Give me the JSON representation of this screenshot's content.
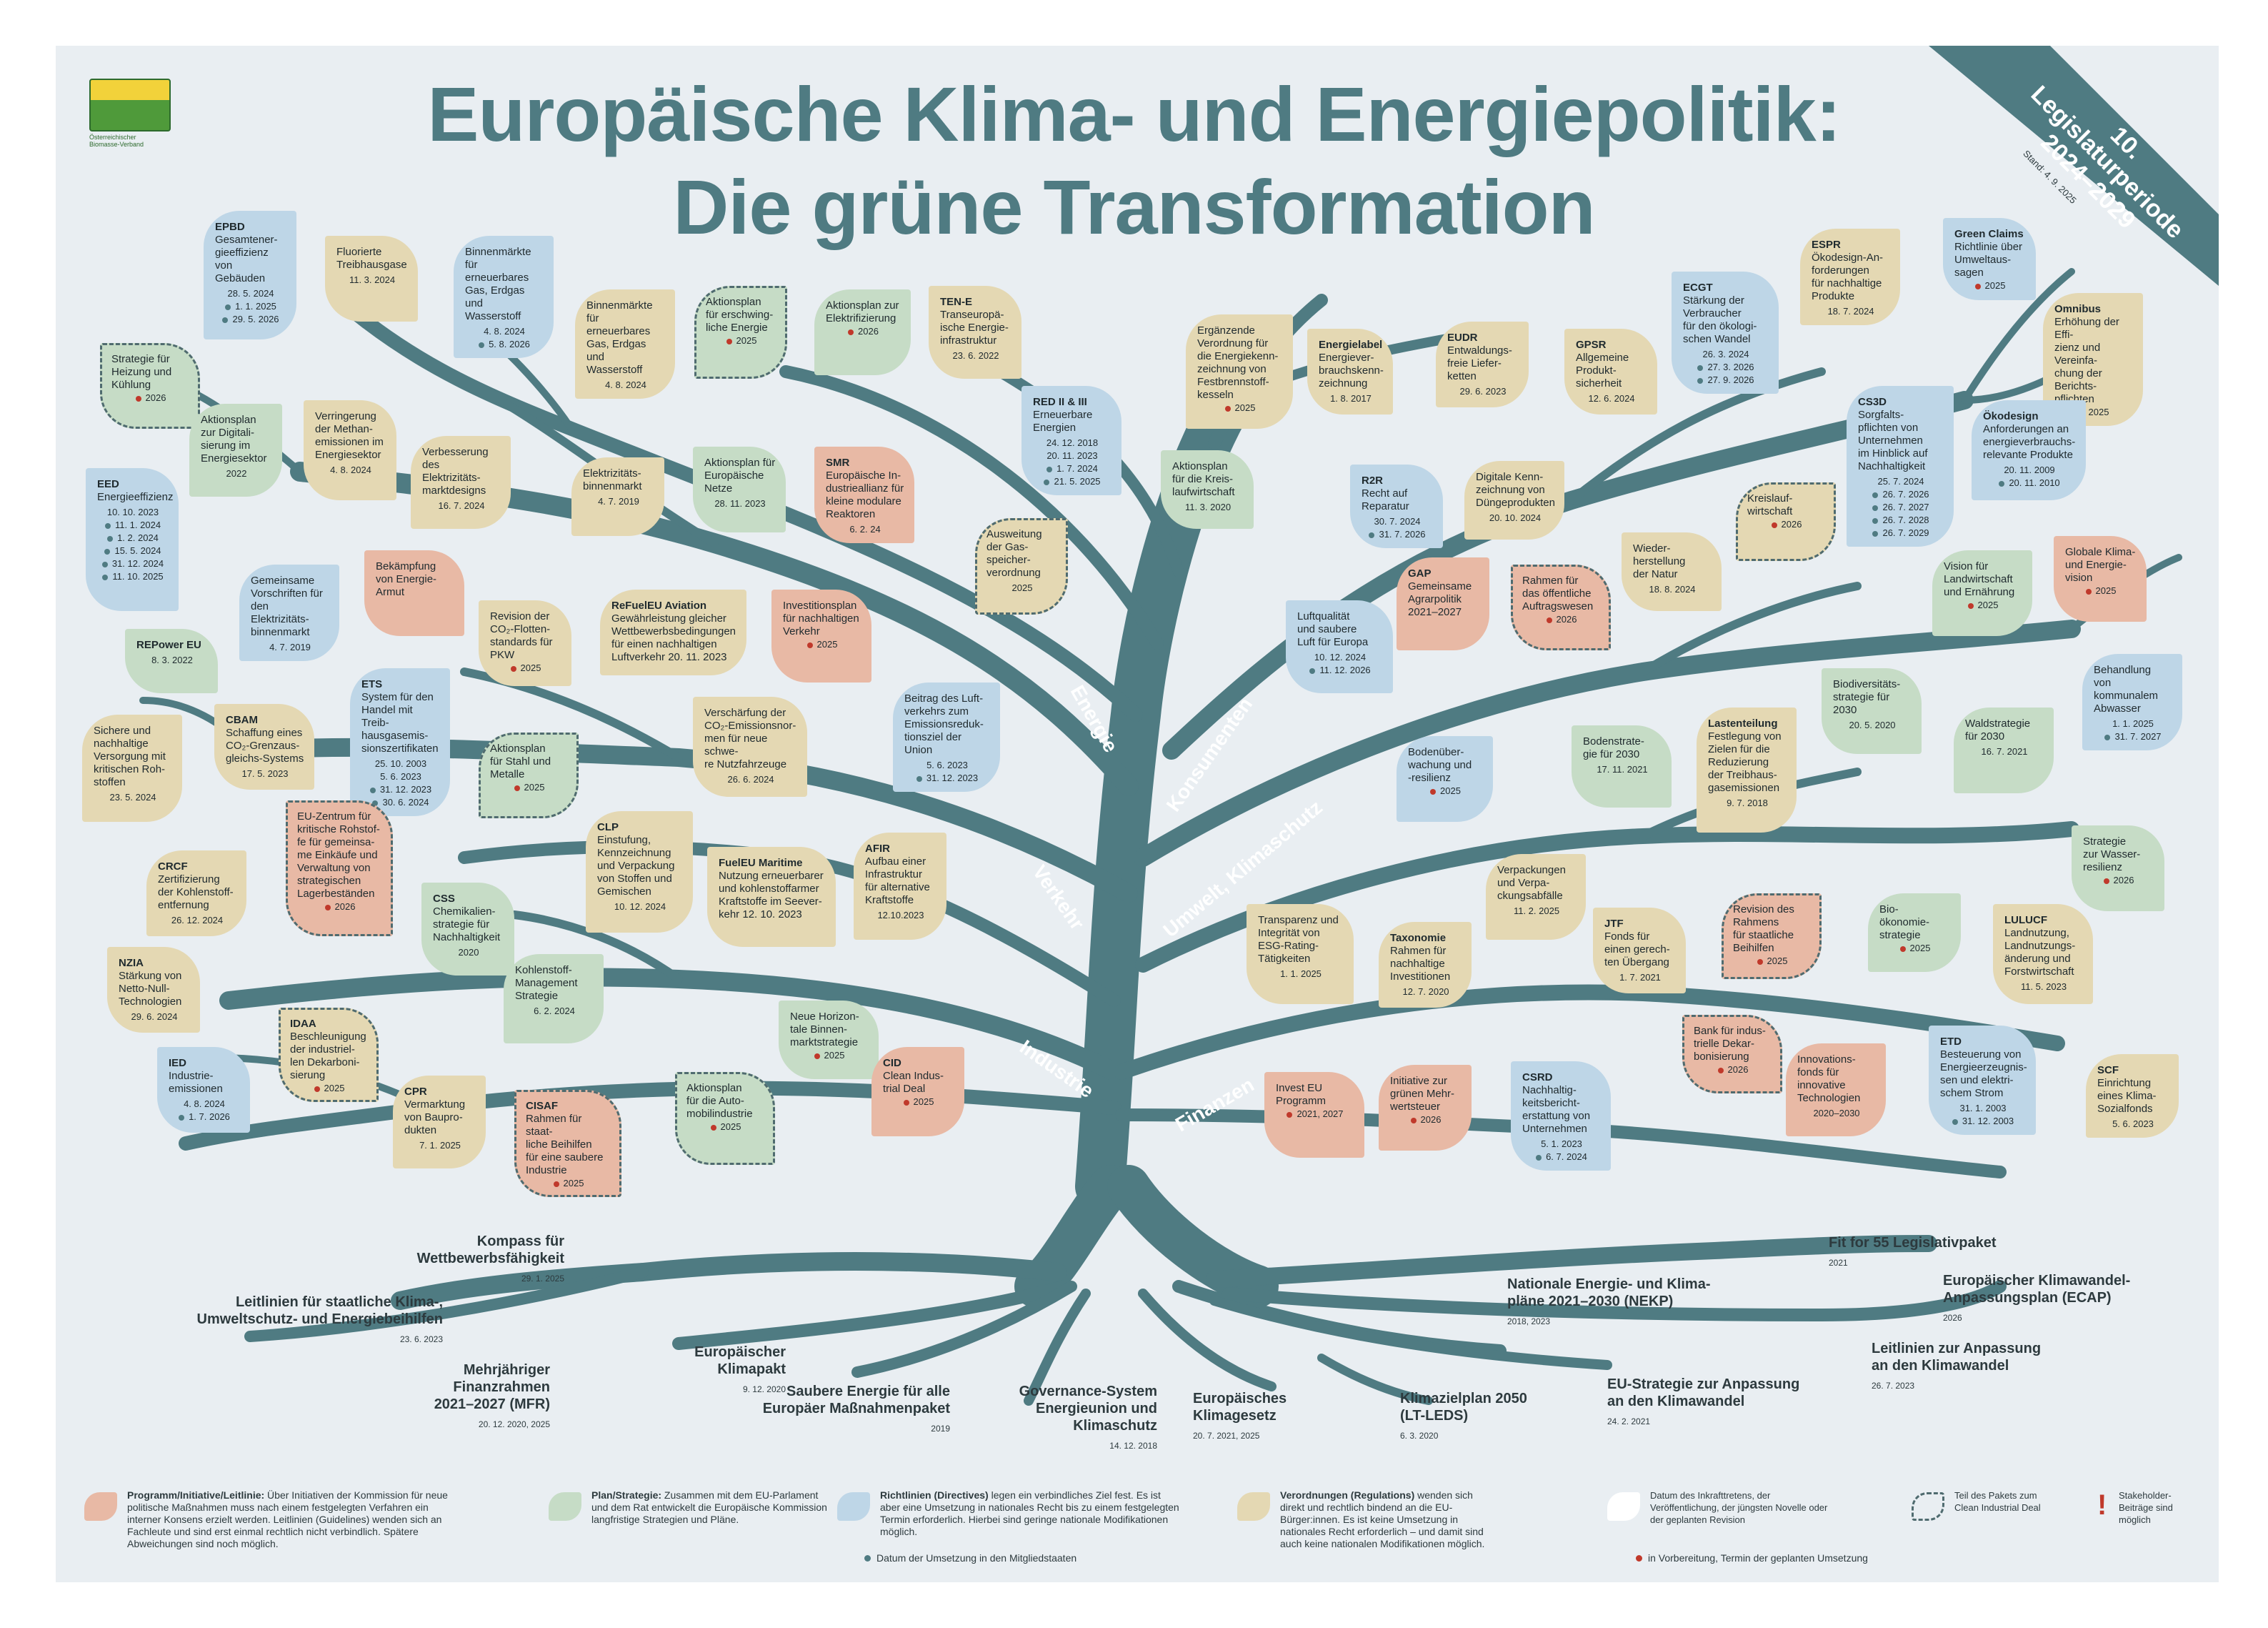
{
  "title_line1": "Europäische Klima- und Energiepolitik:",
  "title_line2": "Die grüne Transformation",
  "logo_text": "Österreichischer Biomasse-Verband",
  "ribbon": {
    "line1": "10. Legislaturperiode",
    "line2": "2024–2029",
    "stand": "Stand: 4. 9. 2025"
  },
  "colors": {
    "trunk": "#4f7b82",
    "blue": "#bed6e7",
    "sand": "#e4d8b3",
    "green": "#c6dcc6",
    "pink": "#e8b9a5",
    "title": "#4f7b82"
  },
  "branches": {
    "energie": "Energie",
    "verkehr": "Verkehr",
    "industrie": "Industrie",
    "konsumenten": "Konsumenten",
    "umwelt": "Umwelt, Klimaschutz",
    "finanzen": "Finanzen"
  },
  "leaves": [
    {
      "abbr": "EPBD",
      "text": "Gesamtener-\ngieeffizienz von\nGebäuden",
      "date": "28. 5. 2024",
      "dl": [
        "1. 1. 2025",
        "29. 5. 2026"
      ]
    },
    {
      "abbr": "",
      "text": "Fluorierte\nTreibhausgase",
      "date": "11. 3. 2024",
      "dl": []
    },
    {
      "abbr": "",
      "text": "Binnenmärkte\nfür erneuerbares\nGas, Erdgas und\nWasserstoff",
      "date": "4. 8. 2024",
      "dl": [
        "5. 8. 2026"
      ]
    },
    {
      "abbr": "",
      "text": "Strategie für\nHeizung und\nKühlung",
      "date": "",
      "dl": [],
      "dlr": [
        "2026"
      ]
    },
    {
      "abbr": "",
      "text": "Aktionsplan\nzur Digitali-\nsierung im\nEnergiesektor",
      "date": "2022",
      "dl": []
    },
    {
      "abbr": "",
      "text": "Verringerung\nder Methan-\nemissionen im\nEnergiesektor",
      "date": "4. 8. 2024",
      "dl": []
    },
    {
      "abbr": "",
      "text": "Binnenmärkte\nfür erneuerbares\nGas, Erdgas und\nWasserstoff",
      "date": "4. 8. 2024",
      "dl": []
    },
    {
      "abbr": "",
      "text": "Aktionsplan\nfür erschwing-\nliche Energie",
      "date": "",
      "dl": [],
      "dlr": [
        "2025"
      ]
    },
    {
      "abbr": "",
      "text": "Aktionsplan zur\nElektrifizierung",
      "date": "",
      "dl": [],
      "dlr": [
        "2026"
      ]
    },
    {
      "abbr": "TEN-E",
      "text": "Transeuropä-\nische Energie-\ninfrastruktur",
      "date": "23. 6. 2022",
      "dl": []
    },
    {
      "abbr": "RED II & III",
      "text": "Erneuerbare\nEnergien",
      "date": "24. 12. 2018\n20. 11. 2023",
      "dl": [
        "1. 7. 2024",
        "21. 5. 2025"
      ]
    },
    {
      "abbr": "EED",
      "text": "Energieeffizienz",
      "date": "10. 10. 2023",
      "dl": [
        "11. 1. 2024",
        "1. 2. 2024",
        "15. 5. 2024",
        "31. 12. 2024",
        "11. 10. 2025"
      ]
    },
    {
      "abbr": "",
      "text": "Verbesserung\ndes Elektrizitäts-\nmarktdesigns",
      "date": "16. 7. 2024",
      "dl": []
    },
    {
      "abbr": "",
      "text": "Elektrizitäts-\nbinnenmarkt",
      "date": "4. 7. 2019",
      "dl": []
    },
    {
      "abbr": "",
      "text": "Aktionsplan für\nEuropäische\nNetze",
      "date": "28. 11. 2023",
      "dl": []
    },
    {
      "abbr": "SMR",
      "text": "Europäische In-\ndustrieallianz für\nkleine modulare\nReaktoren",
      "date": "6. 2. 24",
      "dl": []
    },
    {
      "abbr": "",
      "text": "Ausweitung\nder Gas-\nspeicher-\nverordnung",
      "date": "2025",
      "dl": []
    },
    {
      "abbr": "",
      "text": "Gemeinsame\nVorschriften für\nden Elektrizitäts-\nbinnenmarkt",
      "date": "4. 7. 2019",
      "dl": []
    },
    {
      "abbr": "REPower EU",
      "text": "",
      "date": "8. 3. 2022",
      "dl": []
    },
    {
      "abbr": "",
      "text": "Bekämpfung\nvon Energie-\nArmut",
      "date": "",
      "dl": []
    },
    {
      "abbr": "",
      "text": "Revision der\nCO₂-Flotten-\nstandards für\nPKW",
      "date": "",
      "dl": [],
      "dlr": [
        "2025"
      ]
    },
    {
      "abbr": "ReFuelEU Aviation",
      "text": "Gewährleistung gleicher\nWettbewerbsbedingungen\nfür einen nachhaltigen\nLuftverkehr 20. 11. 2023",
      "date": "",
      "dl": []
    },
    {
      "abbr": "",
      "text": "Investitionsplan\nfür nachhaltigen\nVerkehr",
      "date": "",
      "dl": [],
      "dlr": [
        "2025"
      ]
    },
    {
      "abbr": "",
      "text": "Beitrag des Luft-\nverkehrs zum\nEmissionsreduk-\ntionsziel der Union",
      "date": "5. 6. 2023",
      "dl": [
        "31. 12. 2023"
      ]
    },
    {
      "abbr": "ETS",
      "text": "System für den\nHandel mit Treib-\nhausgasemis-\nsionszertifikaten",
      "date": "25. 10. 2003\n5. 6. 2023",
      "dl": [
        "31. 12. 2023",
        "30. 6. 2024"
      ]
    },
    {
      "abbr": "CBAM",
      "text": "Schaffung eines\nCO₂-Grenzaus-\ngleichs-Systems",
      "date": "17. 5. 2023",
      "dl": []
    },
    {
      "abbr": "",
      "text": "Sichere und\nnachhaltige\nVersorgung mit\nkritischen Roh-\nstoffen",
      "date": "23. 5. 2024",
      "dl": []
    },
    {
      "abbr": "",
      "text": "Verschärfung der\nCO₂-Emissionsnor-\nmen für neue schwe-\nre Nutzfahrzeuge",
      "date": "26. 6. 2024",
      "dl": []
    },
    {
      "abbr": "",
      "text": "Aktionsplan\nfür Stahl und\nMetalle",
      "date": "",
      "dl": [],
      "dlr": [
        "2025"
      ]
    },
    {
      "abbr": "",
      "text": "EU-Zentrum für\nkritische Rohstof-\nfe für gemeinsa-\nme Einkäufe und\nVerwaltung von\nstrategischen\nLagerbeständen",
      "date": "",
      "dl": [],
      "dlr": [
        "2026"
      ]
    },
    {
      "abbr": "CLP",
      "text": "Einstufung,\nKennzeichnung\nund Verpackung\nvon Stoffen und\nGemischen",
      "date": "10. 12. 2024",
      "dl": []
    },
    {
      "abbr": "FuelEU Maritime",
      "text": "Nutzung erneuerbarer\nund kohlenstoffarmer\nKraftstoffe im Seever-\nkehr          12. 10. 2023",
      "date": "",
      "dl": []
    },
    {
      "abbr": "AFIR",
      "text": "Aufbau einer\nInfrastruktur\nfür alternative\nKraftstoffe",
      "date": "12.10.2023",
      "dl": []
    },
    {
      "abbr": "CRCF",
      "text": "Zertifizierung\nder Kohlenstoff-\nentfernung",
      "date": "26. 12. 2024",
      "dl": []
    },
    {
      "abbr": "CSS",
      "text": "Chemikalien-\nstrategie für\nNachhaltigkeit",
      "date": "2020",
      "dl": []
    },
    {
      "abbr": "NZIA",
      "text": "Stärkung von\nNetto-Null-\nTechnologien",
      "date": "29. 6. 2024",
      "dl": []
    },
    {
      "abbr": "",
      "text": "Kohlenstoff-\nManagement\nStrategie",
      "date": "6. 2. 2024",
      "dl": []
    },
    {
      "abbr": "IDAA",
      "text": "Beschleunigung\nder industriel-\nlen Dekarboni-\nsierung",
      "date": "",
      "dl": [],
      "dlr": [
        "2025"
      ]
    },
    {
      "abbr": "",
      "text": "Neue Horizon-\ntale Binnen-\nmarktstrategie",
      "date": "",
      "dl": [],
      "dlr": [
        "2025"
      ]
    },
    {
      "abbr": "IED",
      "text": "Industrie-\nemissionen",
      "date": "4. 8. 2024",
      "dl": [
        "1. 7. 2026"
      ]
    },
    {
      "abbr": "CPR",
      "text": "Vermarktung\nvon Baupro-\ndukten",
      "date": "7. 1. 2025",
      "dl": []
    },
    {
      "abbr": "CISAF",
      "text": "Rahmen für staat-\nliche Beihilfen\nfür eine saubere\nIndustrie",
      "date": "",
      "dl": [],
      "dlr": [
        "2025"
      ]
    },
    {
      "abbr": "",
      "text": "Aktionsplan\nfür die Auto-\nmobilindustrie",
      "date": "",
      "dl": [],
      "dlr": [
        "2025"
      ]
    },
    {
      "abbr": "CID",
      "text": "Clean Indus-\ntrial Deal",
      "date": "",
      "dl": [],
      "dlr": [
        "2025"
      ]
    },
    {
      "abbr": "",
      "text": "Ergänzende\nVerordnung für\ndie Energiekenn-\nzeichnung von\nFestbrennstoff-\nkesseln",
      "date": "",
      "dl": [],
      "dlr": [
        "2025"
      ]
    },
    {
      "abbr": "Energielabel",
      "text": "Energiever-\nbrauchskenn-\nzeichnung",
      "date": "1. 8. 2017",
      "dl": []
    },
    {
      "abbr": "EUDR",
      "text": "Entwaldungs-\nfreie Liefer-\nketten",
      "date": "29. 6. 2023",
      "dl": []
    },
    {
      "abbr": "GPSR",
      "text": "Allgemeine\nProdukt-\nsicherheit",
      "date": "12. 6. 2024",
      "dl": []
    },
    {
      "abbr": "ECGT",
      "text": "Stärkung der\nVerbraucher\nfür den ökologi-\nschen Wandel",
      "date": "26. 3. 2024",
      "dl": [
        "27. 3. 2026",
        "27. 9. 2026"
      ]
    },
    {
      "abbr": "ESPR",
      "text": "Ökodesign-An-\nforderungen\nfür nachhaltige\nProdukte",
      "date": "18. 7. 2024",
      "dl": []
    },
    {
      "abbr": "Green Claims",
      "text": "Richtlinie über\nUmweltaus-\nsagen",
      "date": "",
      "dl": [],
      "dlr": [
        "2025"
      ]
    },
    {
      "abbr": "Omnibus",
      "text": "Erhöhung der Effi-\nzienz und Vereinfa-\nchung der Berichts-\npflichten",
      "date": "",
      "dl": [],
      "dlr": [
        "2025"
      ]
    },
    {
      "abbr": "",
      "text": "Aktionsplan\nfür die Kreis-\nlaufwirtschaft",
      "date": "11. 3. 2020",
      "dl": []
    },
    {
      "abbr": "R2R",
      "text": "Recht auf\nReparatur",
      "date": "30. 7. 2024",
      "dl": [
        "31. 7. 2026"
      ]
    },
    {
      "abbr": "",
      "text": "Digitale Kenn-\nzeichnung von\nDüngeprodukten",
      "date": "20. 10. 2024",
      "dl": []
    },
    {
      "abbr": "CS3D",
      "text": "Sorgfalts-\npflichten von\nUnternehmen\nim Hinblick auf\nNachhaltigkeit",
      "date": "25. 7. 2024",
      "dl": [
        "26. 7. 2026",
        "26. 7. 2027",
        "26. 7. 2028",
        "26. 7. 2029"
      ]
    },
    {
      "abbr": "Ökodesign",
      "text": "Anforderungen an\nenergieverbrauchs-\nrelevante Produkte",
      "date": "20. 11. 2009",
      "dl": [
        "20. 11. 2010"
      ]
    },
    {
      "abbr": "",
      "text": "Kreislauf-\nwirtschaft",
      "date": "",
      "dl": [],
      "dlr": [
        "2026"
      ]
    },
    {
      "abbr": "",
      "text": "Wieder-\nherstellung\nder Natur",
      "date": "18. 8. 2024",
      "dl": []
    },
    {
      "abbr": "GAP",
      "text": "Gemeinsame\nAgrarpolitik\n2021–2027",
      "date": "",
      "dl": []
    },
    {
      "abbr": "",
      "text": "Rahmen für\ndas öffentliche\nAuftragswesen",
      "date": "",
      "dl": [],
      "dlr": [
        "2026"
      ]
    },
    {
      "abbr": "",
      "text": "Luftqualität\nund saubere\nLuft für Europa",
      "date": "10. 12. 2024",
      "dl": [
        "11. 12. 2026"
      ]
    },
    {
      "abbr": "",
      "text": "Vision für\nLandwirtschaft\nund Ernährung",
      "date": "",
      "dl": [],
      "dlr": [
        "2025"
      ]
    },
    {
      "abbr": "",
      "text": "Globale Klima-\nund Energie-\nvision",
      "date": "",
      "dl": [],
      "dlr": [
        "2025"
      ]
    },
    {
      "abbr": "",
      "text": "Biodiversitäts-\nstrategie für\n2030",
      "date": "20. 5. 2020",
      "dl": []
    },
    {
      "abbr": "",
      "text": "Behandlung\nvon kommunalem\nAbwasser",
      "date": "1. 1. 2025",
      "dl": [
        "31. 7. 2027"
      ]
    },
    {
      "abbr": "",
      "text": "Bodenüber-\nwachung und\n-resilienz",
      "date": "",
      "dl": [],
      "dlr": [
        "2025"
      ]
    },
    {
      "abbr": "",
      "text": "Bodenstrate-\ngie für 2030",
      "date": "17. 11. 2021",
      "dl": []
    },
    {
      "abbr": "Lastenteilung",
      "text": "Festlegung von\nZielen für die\nReduzierung\nder Treibhaus-\ngasemissionen",
      "date": "9. 7. 2018",
      "dl": []
    },
    {
      "abbr": "",
      "text": "Waldstrategie\nfür 2030",
      "date": "16. 7. 2021",
      "dl": []
    },
    {
      "abbr": "",
      "text": "Strategie\nzur Wasser-\nresilienz",
      "date": "",
      "dl": [],
      "dlr": [
        "2026"
      ]
    },
    {
      "abbr": "",
      "text": "Verpackungen\nund Verpa-\nckungsabfälle",
      "date": "11. 2. 2025",
      "dl": []
    },
    {
      "abbr": "",
      "text": "Transparenz und\nIntegrität von\nESG-Rating-\nTätigkeiten",
      "date": "1. 1. 2025",
      "dl": []
    },
    {
      "abbr": "Taxonomie",
      "text": "Rahmen für\nnachhaltige\nInvestitionen",
      "date": "12. 7. 2020",
      "dl": []
    },
    {
      "abbr": "JTF",
      "text": "Fonds für\neinen gerech-\nten Übergang",
      "date": "1. 7. 2021",
      "dl": []
    },
    {
      "abbr": "",
      "text": "Revision des\nRahmens\nfür staatliche\nBeihilfen",
      "date": "",
      "dl": [],
      "dlr": [
        "2025"
      ]
    },
    {
      "abbr": "",
      "text": "Bio-\nökonomie-\nstrategie",
      "date": "",
      "dl": [],
      "dlr": [
        "2025"
      ]
    },
    {
      "abbr": "LULUCF",
      "text": "Landnutzung,\nLandnutzungs-\nänderung und\nForstwirtschaft",
      "date": "11. 5. 2023",
      "dl": []
    },
    {
      "abbr": "",
      "text": "Bank für indus-\ntrielle Dekar-\nbonisierung",
      "date": "",
      "dl": [],
      "dlr": [
        "2026"
      ]
    },
    {
      "abbr": "",
      "text": "Innovations-\nfonds für\ninnovative\nTechnologien",
      "date": "2020–2030",
      "dl": []
    },
    {
      "abbr": "ETD",
      "text": "Besteuerung von\nEnergieerzeugnis-\nsen und elektri-\nschem Strom",
      "date": "31. 1. 2003",
      "dl": [
        "31. 12. 2003"
      ]
    },
    {
      "abbr": "SCF",
      "text": "Einrichtung\neines Klima-\nSozialfonds",
      "date": "5. 6. 2023",
      "dl": []
    },
    {
      "abbr": "",
      "text": "Invest EU\nProgramm",
      "date": "",
      "dl": [],
      "dlr": [
        "2021, 2027"
      ]
    },
    {
      "abbr": "",
      "text": "Initiative zur\ngrünen Mehr-\nwertsteuer",
      "date": "",
      "dl": [],
      "dlr": [
        "2026"
      ]
    },
    {
      "abbr": "CSRD",
      "text": "Nachhaltig-\nkeitsbericht-\nerstattung von\nUnternehmen",
      "date": "5. 1. 2023",
      "dl": [
        "6. 7. 2024"
      ]
    }
  ],
  "roots": [
    {
      "title": "Kompass für\nWettbewerbsfähigkeit",
      "date": "29. 1. 2025"
    },
    {
      "title": "Leitlinien für staatliche Klima-,\nUmweltschutz- und Energiebeihilfen",
      "date": "23. 6. 2023"
    },
    {
      "title": "Mehrjähriger\nFinanzrahmen\n2021–2027 (MFR)",
      "date": "20. 12. 2020, 2025"
    },
    {
      "title": "Europäischer\nKlimapakt",
      "date": "9. 12. 2020"
    },
    {
      "title": "Saubere Energie für alle\nEuropäer Maßnahmenpaket",
      "date": "2019"
    },
    {
      "title": "Governance-System\nEnergieunion und\nKlimaschutz",
      "date": "14. 12. 2018"
    },
    {
      "title": "Europäisches\nKlimagesetz",
      "date": "20. 7. 2021, 2025"
    },
    {
      "title": "Klimazielplan 2050\n(LT-LEDS)",
      "date": "6. 3. 2020"
    },
    {
      "title": "EU-Strategie zur Anpassung\nan den Klimawandel",
      "date": "24. 2. 2021"
    },
    {
      "title": "Nationale Energie- und Klima-\npläne 2021–2030 (NEKP)",
      "date": "2018, 2023"
    },
    {
      "title": "Fit for 55 Legislativpaket",
      "date": "2021"
    },
    {
      "title": "Europäischer Klimawandel-\nAnpassungsplan (ECAP)",
      "date": "2026"
    },
    {
      "title": "Leitlinien zur Anpassung\nan den Klimawandel",
      "date": "26. 7. 2023"
    }
  ],
  "legend": {
    "programm": {
      "label": "Programm/Initiative/Leitlinie:",
      "text": "Über Initiativen der Kommission für neue politische Maßnahmen muss nach einem festgelegten Verfahren ein interner Konsens erzielt werden. Leitlinien (Guidelines) wenden sich an Fachleute und sind erst einmal rechtlich nicht verbindlich. Spätere Abweichungen sind noch möglich."
    },
    "plan": {
      "label": "Plan/Strategie:",
      "text": "Zusammen mit dem EU-Parlament und dem Rat entwickelt die Europäische Kommission langfristige Strategien und Pläne."
    },
    "richtlinien": {
      "label": "Richtlinien (Directives)",
      "text": "legen ein verbindliches Ziel fest. Es ist aber eine Umsetzung in nationales Recht bis zu einem festgelegten Termin erforderlich. Hierbei sind geringe nationale Modifikationen möglich."
    },
    "umsetzung": "Datum der Umsetzung in den Mitgliedstaaten",
    "verordnungen": {
      "label": "Verordnungen (Regulations)",
      "text": "wenden sich direkt und rechtlich bindend an die EU-Bürger:innen. Es ist keine Umsetzung in nationales Recht erforderlich – und damit sind auch keine nationalen Modifikationen möglich."
    },
    "inkraft": "Datum des Inkrafttretens, der Veröffentlichung, der jüngsten Novelle oder der geplanten Revision",
    "vorbereitung": "in Vorbereitung, Termin der geplanten Umsetzung",
    "paket": "Teil des Pakets zum Clean Industrial Deal",
    "stakeholder": "Stakeholder-Beiträge sind möglich"
  }
}
